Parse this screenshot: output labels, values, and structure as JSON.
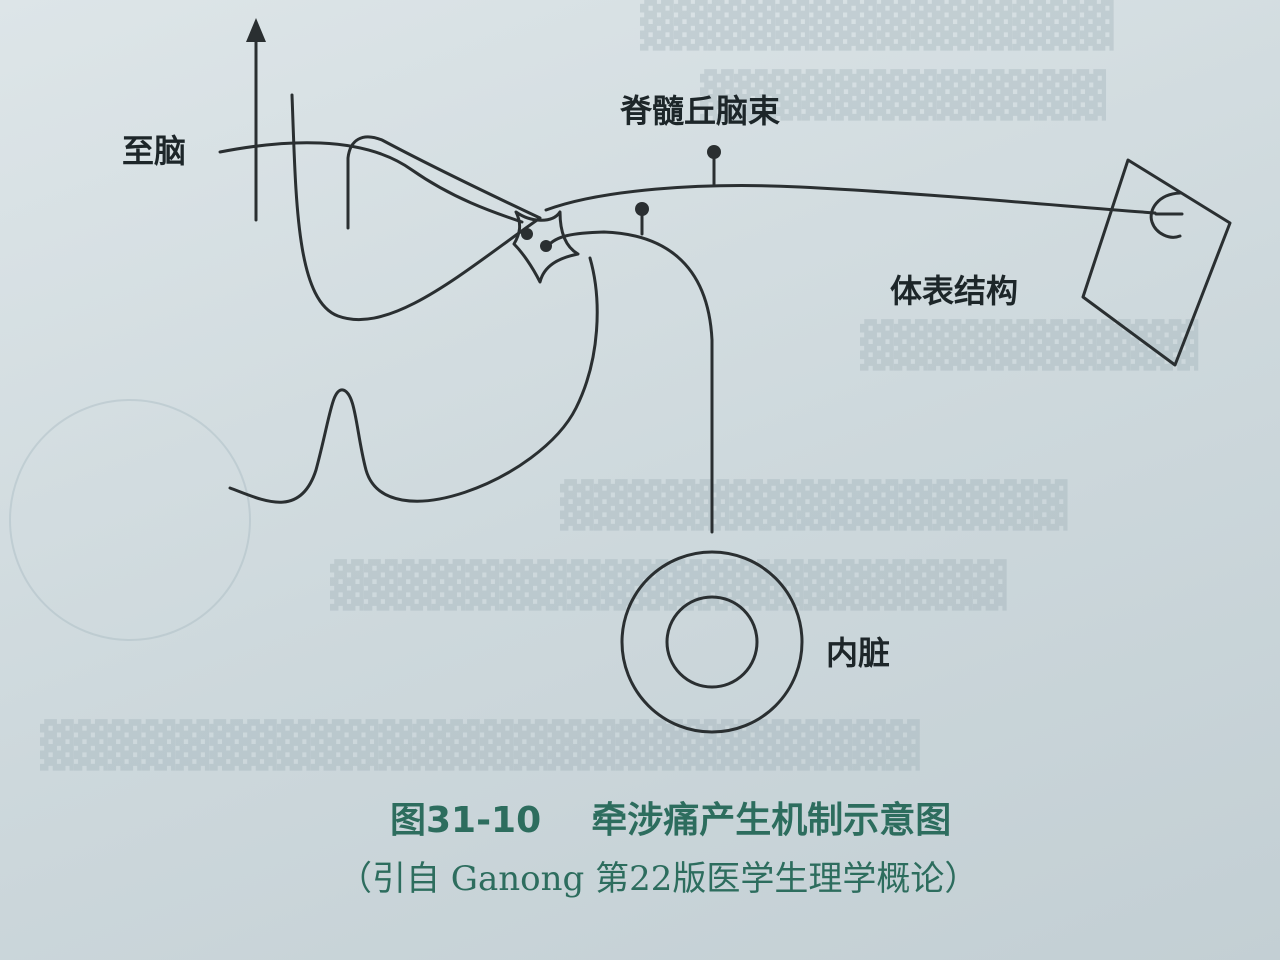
{
  "diagram": {
    "labels": {
      "to_brain": "至脑",
      "spinothalamic_tract": "脊髓丘脑束",
      "body_surface_structure": "体表结构",
      "viscera": "内脏"
    }
  },
  "caption": {
    "title": "图31-10    牵涉痛产生机制示意图",
    "source": "（引自 Ganong 第22版医学生理学概论）"
  },
  "colors": {
    "line": "#2a2f31",
    "caption": "#2d6d5e",
    "paper": "#d3dcdf"
  }
}
